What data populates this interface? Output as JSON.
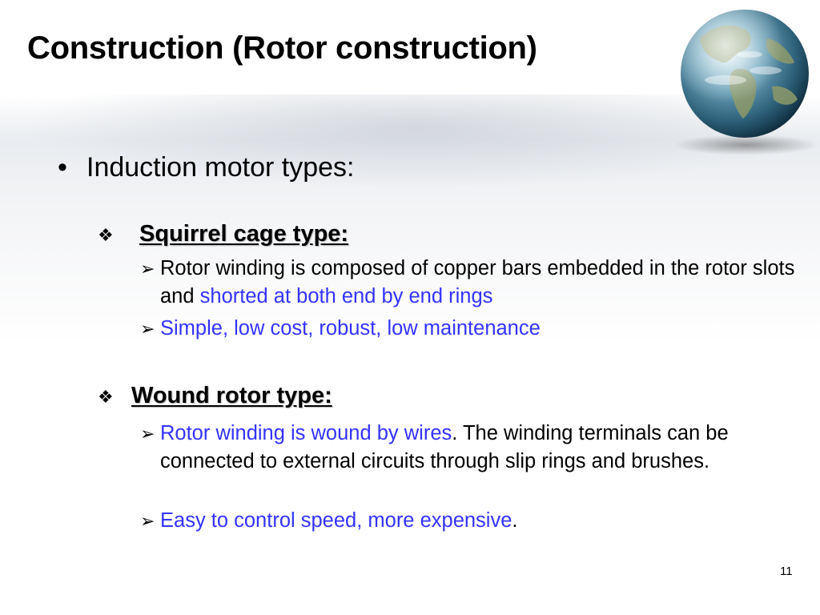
{
  "slide": {
    "title": "Construction (Rotor construction)",
    "page_number": "11"
  },
  "content": {
    "level1": {
      "bullet": "•",
      "text": "Induction motor types:"
    },
    "squirrel": {
      "marker": "❖",
      "heading": "Squirrel cage type:",
      "point1": {
        "arrow": "➢",
        "text_black": "Rotor winding is composed of copper bars embedded in the rotor slots and ",
        "text_blue": "shorted at both end by end rings"
      },
      "point2": {
        "arrow": "➢",
        "text_blue": "Simple, low cost, robust, low maintenance"
      }
    },
    "wound": {
      "marker": "❖",
      "heading": "Wound rotor type:",
      "point1": {
        "arrow": "➢",
        "text_blue": "Rotor winding is wound by wires",
        "text_black": ". The winding terminals can be connected to external circuits through slip rings and brushes."
      },
      "point2": {
        "arrow": "➢",
        "text_blue": "Easy to control speed, more expensive",
        "text_black": "."
      }
    }
  },
  "colors": {
    "accent_blue": "#3333ff",
    "text": "#000000"
  }
}
